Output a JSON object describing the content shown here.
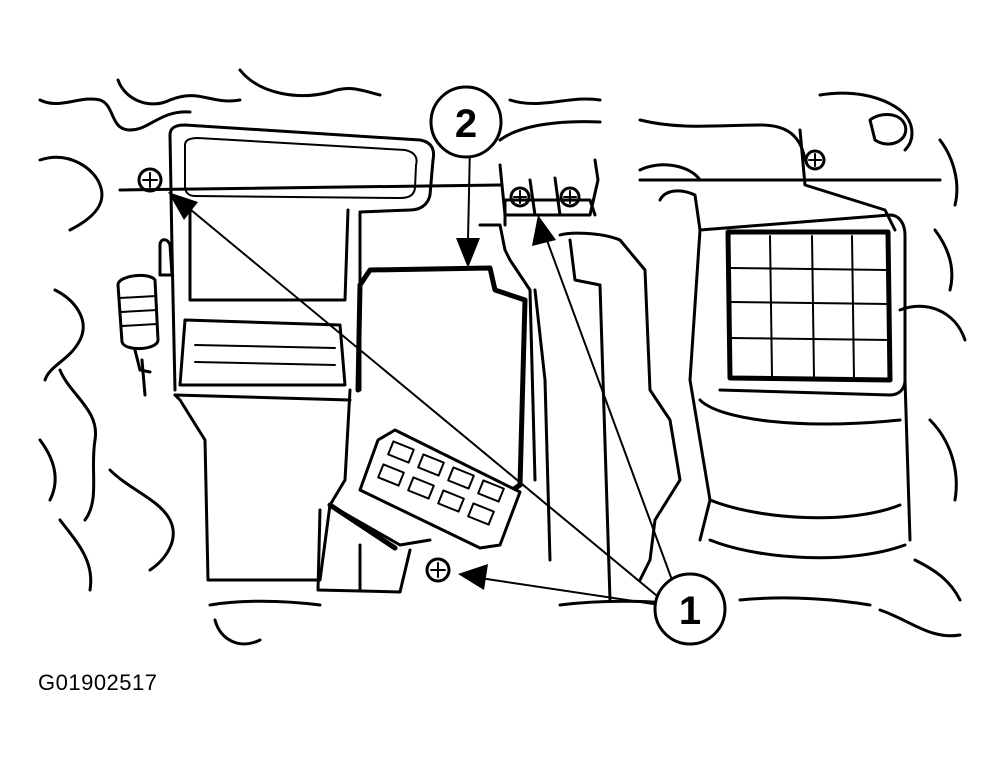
{
  "figure": {
    "id_label": "G01902517"
  },
  "callouts": [
    {
      "number": "1"
    },
    {
      "number": "2"
    }
  ],
  "colors": {
    "line": "#000000",
    "background": "#ffffff"
  }
}
